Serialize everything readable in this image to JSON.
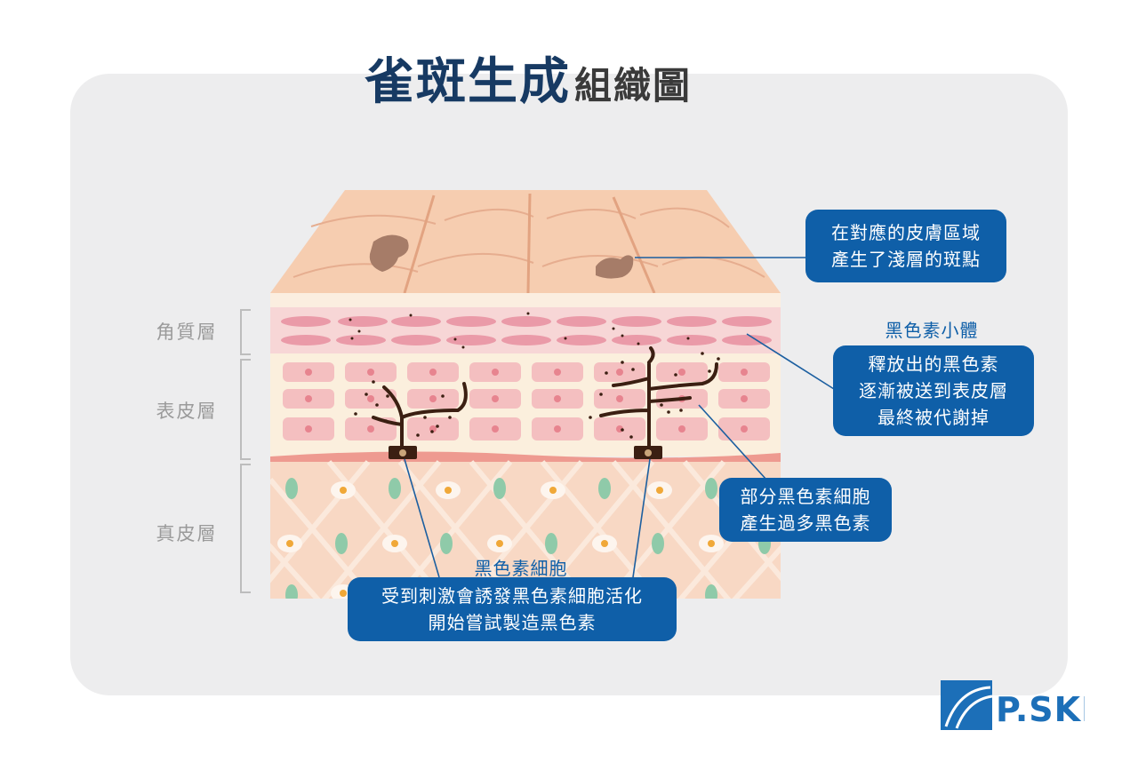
{
  "title": {
    "main": "雀斑生成",
    "sub": "組織圖"
  },
  "layers": {
    "stratum_corneum": "角質層",
    "epidermis": "表皮層",
    "dermis": "真皮層"
  },
  "callouts": {
    "spot": {
      "line1": "在對應的皮膚區域",
      "line2": "產生了淺層的斑點"
    },
    "melanosome_caption": "黑色素小體",
    "melanosome": {
      "line1": "釋放出的黑色素",
      "line2": "逐漸被送到表皮層",
      "line3": "最終被代謝掉"
    },
    "overproduce": {
      "line1": "部分黑色素細胞",
      "line2": "產生過多黑色素"
    },
    "melanocyte_caption": "黑色素細胞",
    "melanocyte": {
      "line1": "受到刺激會誘發黑色素細胞活化",
      "line2": "開始嘗試製造黑色素"
    }
  },
  "logo": {
    "text": "P.SKIN"
  },
  "colors": {
    "title": "#173a63",
    "callout": "#0f5fa8",
    "skin_top": "#f6cdb0",
    "corneum": "#f7d6d6",
    "epidermis": "#fbefdd",
    "dermis": "#f8d8c4",
    "melanin": "#3b1f12"
  }
}
